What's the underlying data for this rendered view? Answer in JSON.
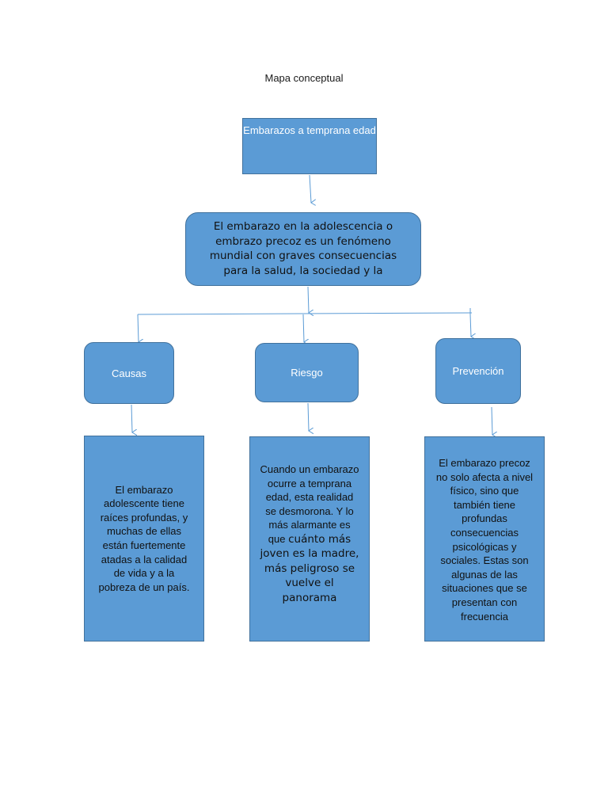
{
  "page": {
    "title": "Mapa conceptual"
  },
  "diagram": {
    "root": "Embarazos a temprana edad",
    "definition": "El embarazo en la adolescencia o embrazo precoz es un fenómeno mundial con graves consecuencias para la salud, la sociedad y la",
    "categories": [
      {
        "label": "Causas",
        "detail": "El embarazo adolescente tiene raíces profundas, y muchas de ellas están fuertemente atadas a la calidad de vida y a la pobreza de un país."
      },
      {
        "label": "Riesgo",
        "detail_a": "Cuando un embarazo ocurre a temprana edad, esta realidad se desmorona. Y lo más alarmante es que",
        "detail_b": "cuánto más joven es la madre, más peligroso se vuelve el panorama"
      },
      {
        "label": "Prevención",
        "detail": "El embarazo precoz no solo afecta a nivel físico, sino que también tiene profundas consecuencias psicológicas y sociales. Estas son algunas de las situaciones que se presentan con frecuencia"
      }
    ]
  },
  "colors": {
    "box_fill": "#5b9bd5",
    "box_border": "#41719c",
    "connector": "#5b9bd5"
  }
}
